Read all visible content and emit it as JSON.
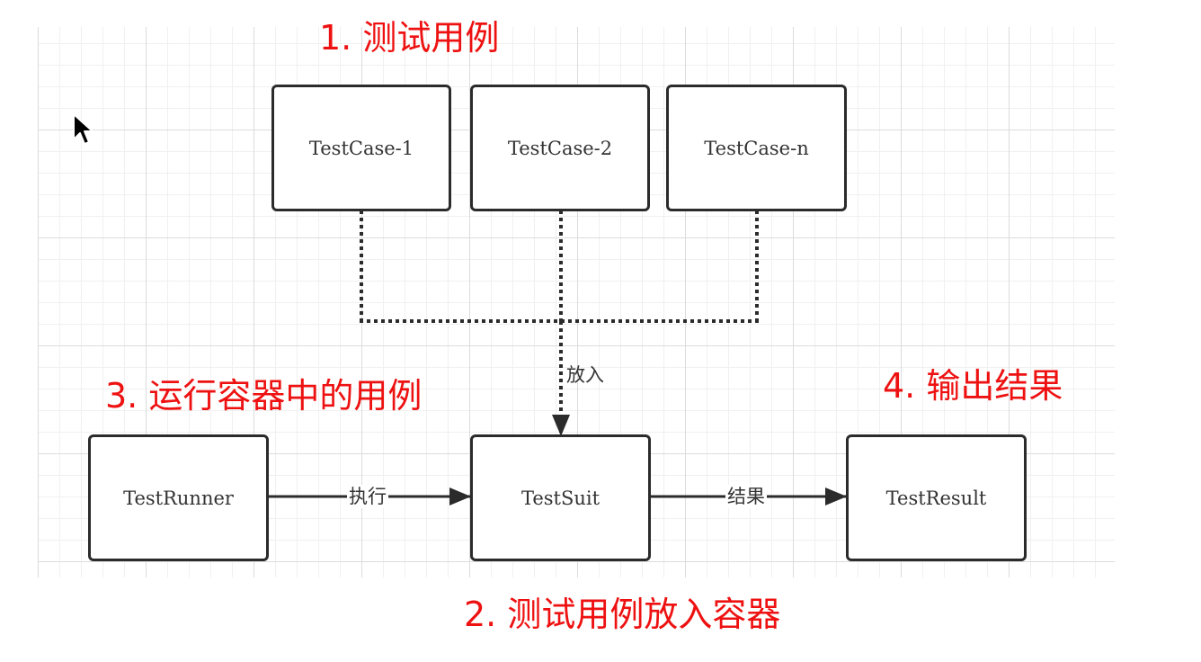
{
  "annotations": {
    "step1": "1. 测试用例",
    "step2": "2. 测试用例放入容器",
    "step3": "3. 运行容器中的用例",
    "step4": "4. 输出结果"
  },
  "nodes": {
    "testcase_1": "TestCase-1",
    "testcase_2": "TestCase-2",
    "testcase_n": "TestCase-n",
    "test_runner": "TestRunner",
    "test_suit": "TestSuit",
    "test_result": "TestResult"
  },
  "edges": {
    "put_in": "放入",
    "execute": "执行",
    "result": "结果"
  },
  "colors": {
    "annotation": "#ee1111",
    "node_border": "#2b2b2b",
    "text": "#333333"
  },
  "icons": {
    "cursor": "mouse-pointer-icon"
  }
}
